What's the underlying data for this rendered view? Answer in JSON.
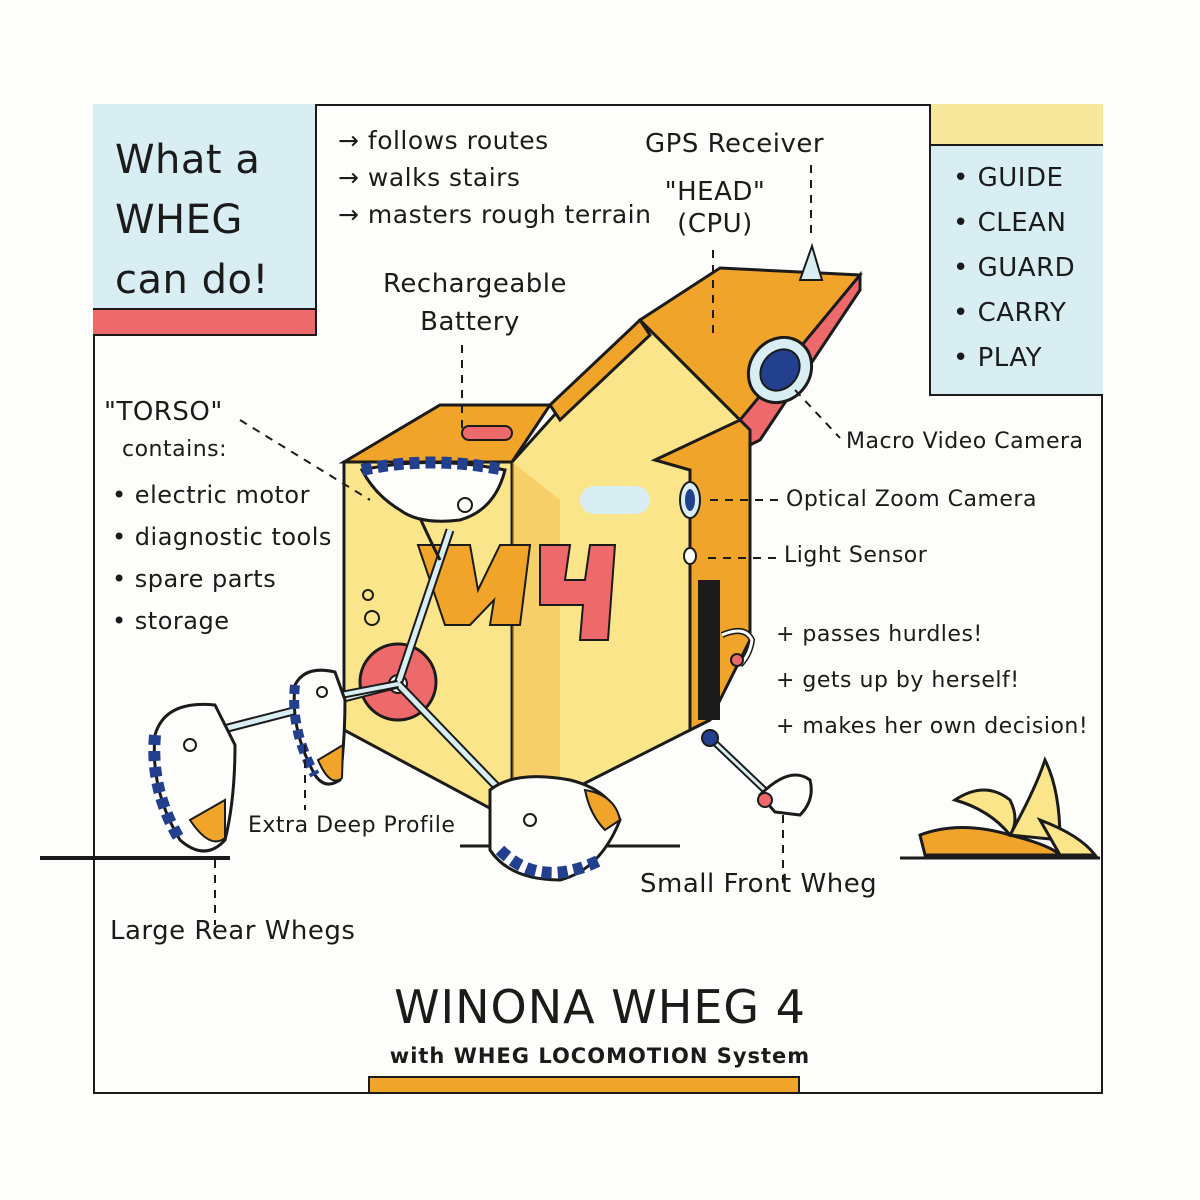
{
  "colors": {
    "body_yellow": "#fbe58a",
    "orange": "#f0a52a",
    "coral": "#ee6a6a",
    "light_blue": "#d8eef2",
    "navy": "#23408f",
    "ink": "#1b1b1b"
  },
  "can_do_box": {
    "title": "What a WHEG can do!"
  },
  "abilities": [
    "→ follows routes",
    "→ walks stairs",
    "→ masters rough terrain"
  ],
  "tasks": [
    "GUIDE",
    "CLEAN",
    "GUARD",
    "CARRY",
    "PLAY"
  ],
  "labels": {
    "gps": "GPS Receiver",
    "head": "\"HEAD\"",
    "cpu": "(CPU)",
    "battery_line1": "Rechargeable",
    "battery_line2": "Battery",
    "torso_title": "\"TORSO\"",
    "torso_contains": "contains:",
    "macro_camera": "Macro Video Camera",
    "zoom_camera": "Optical Zoom Camera",
    "light_sensor": "Light Sensor",
    "extra_deep": "Extra Deep Profile",
    "large_rear": "Large Rear Whegs",
    "small_front": "Small Front Wheg",
    "body_mark": "W4"
  },
  "torso_contents": [
    "electric motor",
    "diagnostic tools",
    "spare parts",
    "storage"
  ],
  "pluses": [
    "+ passes hurdles!",
    "+ gets up by herself!",
    "+ makes her own decision!"
  ],
  "title": "WINONA WHEG 4",
  "subtitle": "with WHEG LOCOMOTION System"
}
